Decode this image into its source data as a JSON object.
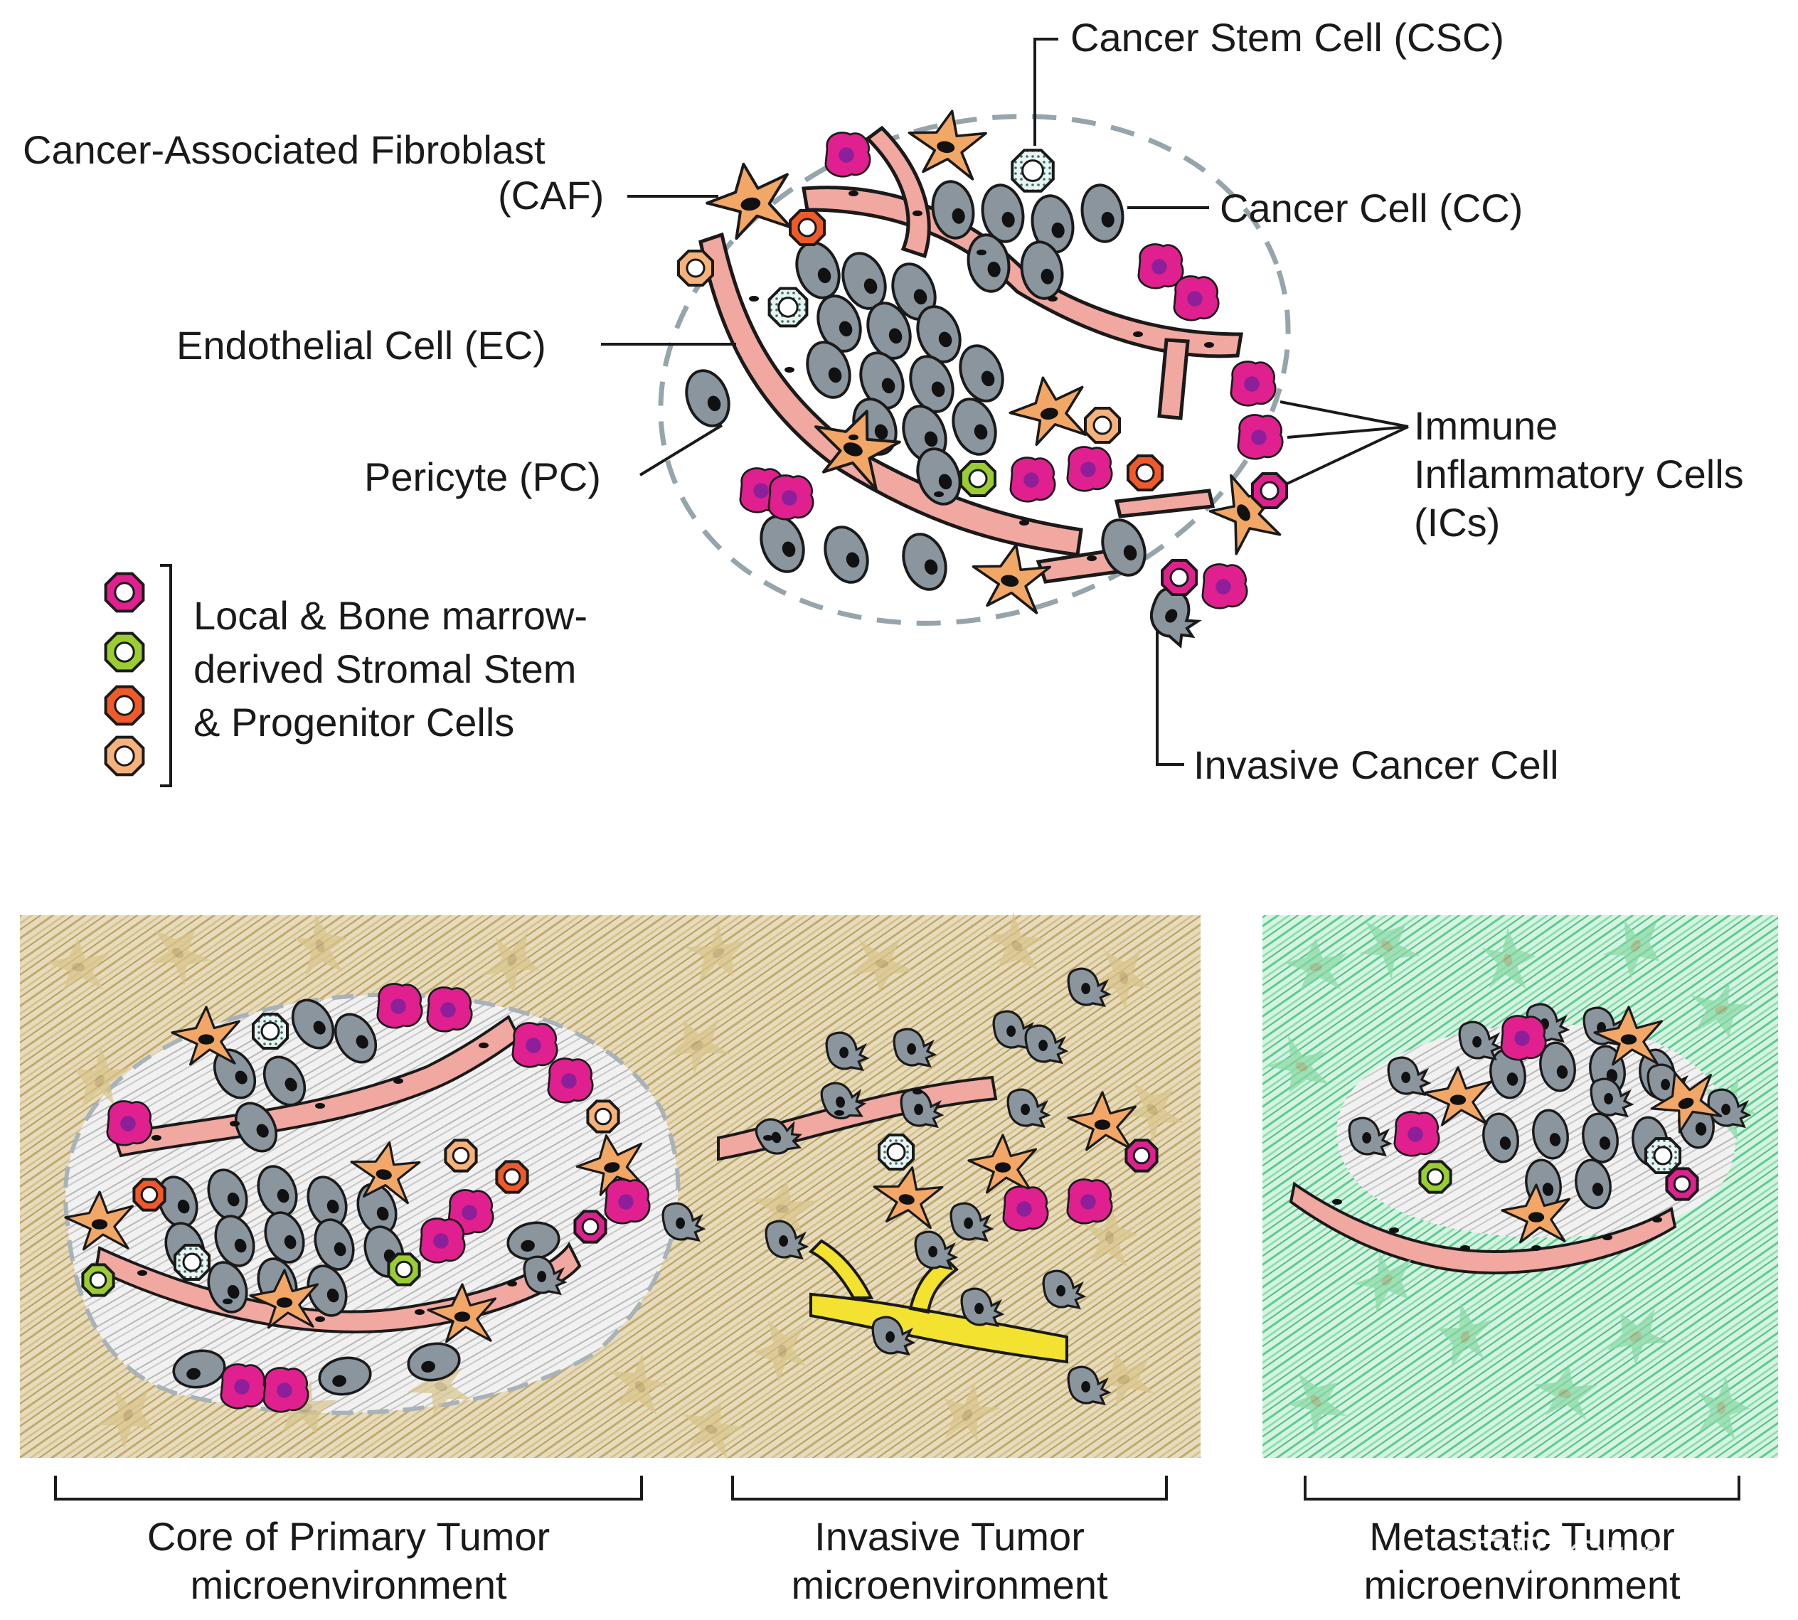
{
  "labels": {
    "csc": "Cancer Stem Cell (CSC)",
    "caf_line1": "Cancer-Associated Fibroblast",
    "caf_line2": "(CAF)",
    "cc": "Cancer Cell (CC)",
    "ec": "Endothelial Cell (EC)",
    "pc": "Pericyte (PC)",
    "ic_line1": "Immune",
    "ic_line2": "Inflammatory Cells",
    "ic_line3": "(ICs)",
    "legend_line1": "Local & Bone marrow-",
    "legend_line2": "derived Stromal Stem",
    "legend_line3": "& Progenitor Cells",
    "invasive": "Invasive Cancer Cell"
  },
  "panels": {
    "core": {
      "line1": "Core of Primary Tumor",
      "line2": "microenvironment"
    },
    "invasive": {
      "line1": "Invasive Tumor",
      "line2": "microenvironment"
    },
    "metastatic": {
      "line1": "Metastatic Tumor",
      "line2": "microenvironment"
    }
  },
  "watermark": "知乎 @tine",
  "colors": {
    "cancer_cell": "#8a959e",
    "caf": "#f2a766",
    "vessel": "#f0a8a0",
    "immune": "#e0208f",
    "stem_magenta": "#e0208f",
    "stem_green": "#9acd32",
    "stem_red": "#f05a28",
    "stem_orange": "#f6b27a",
    "primary_stroma": "#c9b27a",
    "metastatic_stroma": "#6fd19a",
    "lymph_vessel": "#f3e22f"
  }
}
